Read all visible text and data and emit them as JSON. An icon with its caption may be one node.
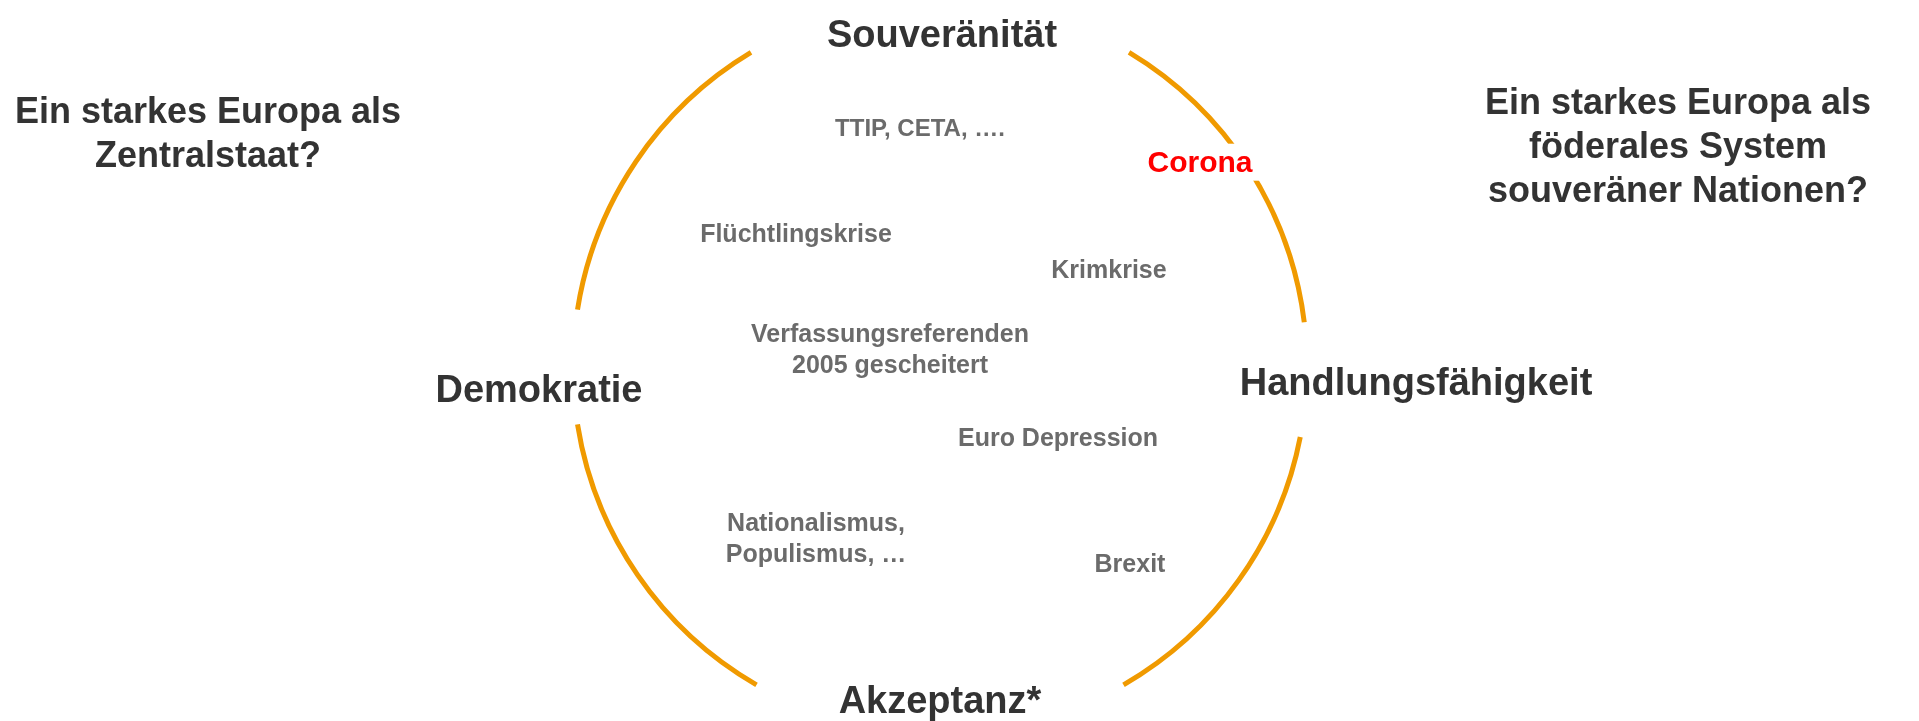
{
  "diagram": {
    "nodes": [
      {
        "text": [
          "Souveränität"
        ]
      },
      {
        "text": [
          "Demokratie"
        ]
      },
      {
        "text": [
          "Handlungsfähigkeit"
        ]
      },
      {
        "text": [
          "Akzeptanz*"
        ]
      }
    ],
    "edges": [
      {
        "from": 0,
        "to": 2,
        "arrow": "none"
      },
      {
        "from": 2,
        "to": 3,
        "arrow": "none"
      },
      {
        "from": 3,
        "to": 1,
        "arrow": "none"
      },
      {
        "from": 1,
        "to": 0,
        "arrow": "none"
      }
    ],
    "labels": [
      "Ein starkes Europa als Zentralstaat?",
      "Ein starkes Europa als föderales System souveräner Nationen?",
      "TTIP, CETA, ….",
      "Corona",
      "Flüchtlingskrise",
      "Krimkrise",
      "Verfassungsreferenden 2005 gescheitert",
      "Euro Depression",
      "Nationalismus, Populismus, …",
      "Brexit"
    ]
  }
}
